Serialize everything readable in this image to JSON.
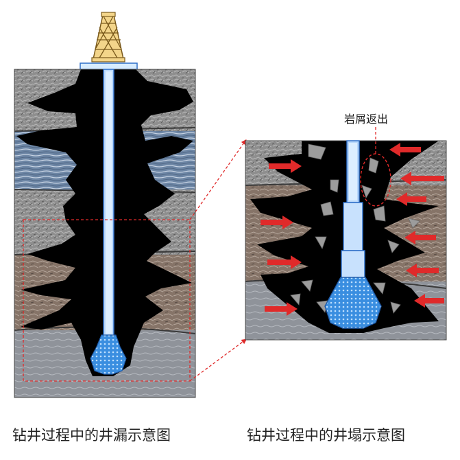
{
  "captions": {
    "left": "钻井过程中的井漏示意图",
    "right": "钻井过程中的井塌示意图"
  },
  "callout": "岩屑返出",
  "colors": {
    "cavity": "#000000",
    "rock_gray": "#8f8f8f",
    "rock_blue": "#6f88a8",
    "rock_brown": "#8a7a70",
    "pipe": "#a9c9ef",
    "pipe_outline": "#2f6fc8",
    "bit": "#3b8fe0",
    "arrow": "#e02a2a",
    "dash": "#e02a2a"
  }
}
